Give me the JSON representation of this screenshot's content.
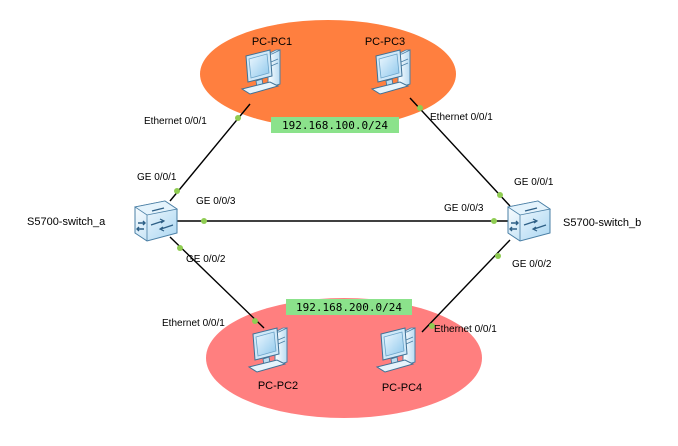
{
  "colors": {
    "zone_top": "#ff7f3f",
    "zone_bottom": "#ff7f7f",
    "link": "#000000",
    "port_dot": "#8fcc52",
    "net_label_bg": "#8be28b"
  },
  "networks": {
    "top": "192.168.100.0/24",
    "bottom": "192.168.200.0/24"
  },
  "devices": {
    "pc1": {
      "name": "PC-PC1",
      "icon": "pc-icon"
    },
    "pc3": {
      "name": "PC-PC3",
      "icon": "pc-icon"
    },
    "pc2": {
      "name": "PC-PC2",
      "icon": "pc-icon"
    },
    "pc4": {
      "name": "PC-PC4",
      "icon": "pc-icon"
    },
    "switch_a": {
      "name": "S5700-switch_a",
      "icon": "switch-icon"
    },
    "switch_b": {
      "name": "S5700-switch_b",
      "icon": "switch-icon"
    }
  },
  "ports": {
    "pc1_eth": "Ethernet 0/0/1",
    "pc3_eth": "Ethernet 0/0/1",
    "pc2_eth": "Ethernet 0/0/1",
    "pc4_eth": "Ethernet 0/0/1",
    "sa_ge1": "GE 0/0/1",
    "sa_ge2": "GE 0/0/2",
    "sa_ge3": "GE 0/0/3",
    "sb_ge1": "GE 0/0/1",
    "sb_ge2": "GE 0/0/2",
    "sb_ge3": "GE 0/0/3"
  }
}
